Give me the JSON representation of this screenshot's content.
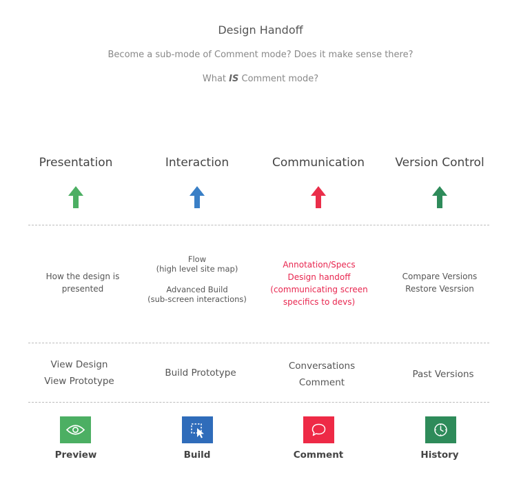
{
  "header": {
    "title": "Design Handoff",
    "subtitle1": "Become a sub-mode of Comment mode? Does it make sense there?",
    "subtitle2_pre": "What ",
    "subtitle2_em": "IS",
    "subtitle2_post": " Comment mode?"
  },
  "columns": [
    {
      "heading": "Presentation",
      "arrow_color": "#4caf63",
      "description": [
        "How the design is",
        "presented"
      ],
      "actions": [
        "View Design",
        "View Prototype"
      ],
      "tile_color": "#4caf63",
      "icon": "eye-icon",
      "label": "Preview"
    },
    {
      "heading": "Interaction",
      "arrow_color": "#3a7fc6",
      "description": [
        "Flow",
        "(high level site map)",
        "",
        "Advanced Build",
        "(sub-screen interactions)"
      ],
      "actions": [
        "Build Prototype"
      ],
      "tile_color": "#2f6cba",
      "icon": "select-cursor-icon",
      "label": "Build"
    },
    {
      "heading": "Communication",
      "arrow_color": "#ea2e4a",
      "description": [
        "Annotation/Specs",
        "Design handoff",
        "(communicating screen",
        "specifics to devs)"
      ],
      "actions": [
        "Conversations",
        "Comment"
      ],
      "tile_color": "#ee2a46",
      "icon": "speech-bubble-icon",
      "label": "Comment"
    },
    {
      "heading": "Version Control",
      "arrow_color": "#2e8b5a",
      "description": [
        "Compare Versions",
        "Restore Vesrsion"
      ],
      "actions": [
        "Past Versions"
      ],
      "tile_color": "#2e8b5a",
      "icon": "clock-icon",
      "label": "History"
    }
  ]
}
